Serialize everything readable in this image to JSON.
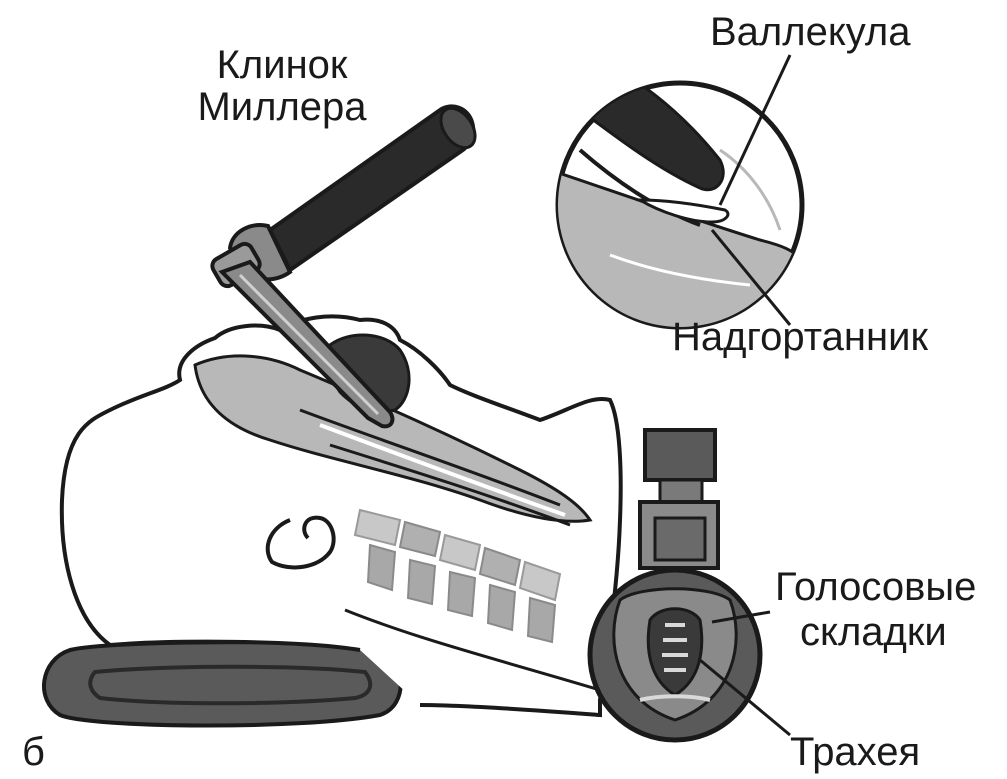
{
  "labels": {
    "blade_line1": "Клинок",
    "blade_line2": "Миллера",
    "vallecula": "Валлекула",
    "epiglottis": "Надгортанник",
    "vocal_folds_line1": "Голосовые",
    "vocal_folds_line2": "складки",
    "trachea": "Трахея"
  },
  "panel_letter": "б",
  "colors": {
    "outline": "#1a1a1a",
    "tissue_gray": "#b8b8b8",
    "dark_gray": "#5a5a5a",
    "light_gray": "#d9d9d9",
    "handle": "#2a2a2a",
    "background": "#ffffff"
  }
}
